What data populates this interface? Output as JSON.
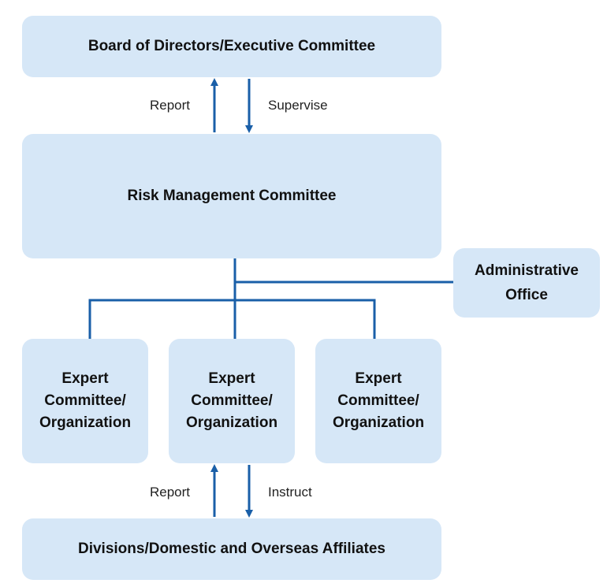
{
  "boxes": {
    "board": "Board of Directors/Executive Committee",
    "risk": "Risk Management Committee",
    "admin": "Administrative\nOffice",
    "expert": "Expert\nCommittee/\nOrganization",
    "divisions": "Divisions/Domestic and Overseas Affiliates"
  },
  "labels": {
    "report_top": "Report",
    "supervise": "Supervise",
    "report_bottom": "Report",
    "instruct": "Instruct"
  },
  "colors": {
    "box_fill": "#d6e7f7",
    "connector": "#1a5fa8"
  }
}
